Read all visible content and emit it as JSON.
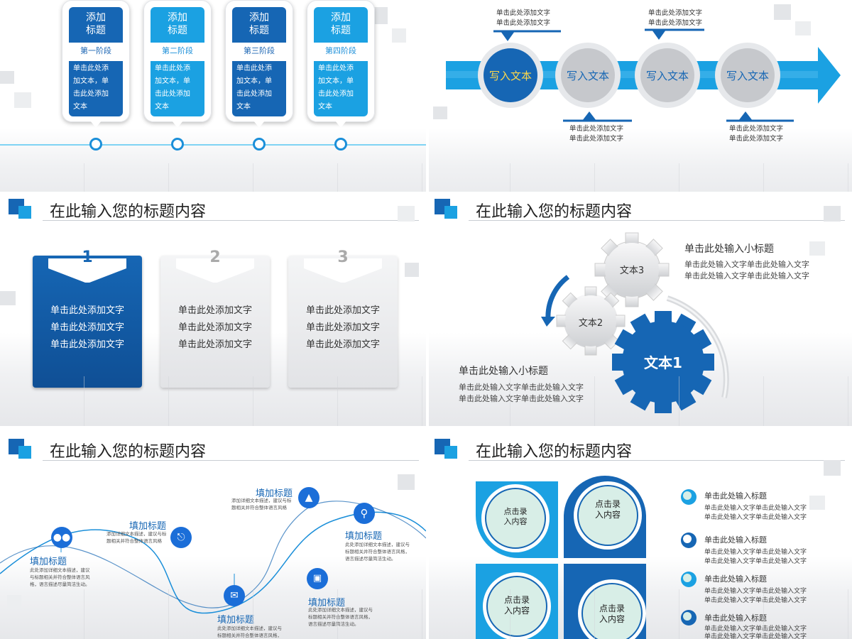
{
  "slide1": {
    "cards": [
      {
        "title": "添加\n标题",
        "stage": "第一阶段",
        "body": "单击此处添\n加文本，单\n击此处添加\n文本",
        "color": "#1666b4"
      },
      {
        "title": "添加\n标题",
        "stage": "第二阶段",
        "body": "单击此处添\n加文本，单\n击此处添加\n文本",
        "color": "#1ba1e2"
      },
      {
        "title": "添加\n标题",
        "stage": "第三阶段",
        "body": "单击此处添\n加文本，单\n击此处添加\n文本",
        "color": "#1666b4"
      },
      {
        "title": "添加\n标题",
        "stage": "第四阶段",
        "body": "单击此处添\n加文本，单\n击此处添加\n文本",
        "color": "#1ba1e2"
      }
    ]
  },
  "slide2": {
    "circles": [
      "写入文本",
      "写入文本",
      "写入文本",
      "写入文本"
    ],
    "captions": [
      "单击此处添加文字\n单击此处添加文字",
      "单击此处添加文字\n单击此处添加文字",
      "单击此处添加文字\n单击此处添加文字",
      "单击此处添加文字\n单击此处添加文字"
    ],
    "accent": "#1ba1e2"
  },
  "slide3": {
    "title": "在此输入您的标题内容",
    "numbers": [
      "1",
      "2",
      "3"
    ],
    "lines": [
      [
        "单击此处添加文字",
        "单击此处添加文字",
        "单击此处添加文字"
      ],
      [
        "单击此处添加文字",
        "单击此处添加文字",
        "单击此处添加文字"
      ],
      [
        "单击此处添加文字",
        "单击此处添加文字",
        "单击此处添加文字"
      ]
    ]
  },
  "slide4": {
    "title": "在此输入您的标题内容",
    "gear_labels": [
      "文本3",
      "文本2",
      "文本1"
    ],
    "sub1": {
      "title": "单击此处输入小标题",
      "lines": [
        "单击此处输入文字单击此处输入文字",
        "单击此处输入文字单击此处输入文字"
      ]
    },
    "sub2": {
      "title": "单击此处输入小标题",
      "lines": [
        "单击此处输入文字单击此处输入文字",
        "单击此处输入文字单击此处输入文字"
      ]
    }
  },
  "slide5": {
    "title": "在此输入您的标题内容",
    "items": [
      {
        "title": "填加标题",
        "text": "此处添加详细文本描述，建议\n与标题相关并符合整体语言风\n格，语言描述尽量简洁生动。",
        "icon": "users-icon"
      },
      {
        "title": "填加标题",
        "text": "添加详细文本描述，建议与标\n题相关并符合整体语言风格",
        "icon": "share-icon"
      },
      {
        "title": "填加标题",
        "text": "添加详细文本描述，建议与标\n题相关并符合整体语言风格",
        "icon": "chart-icon"
      },
      {
        "title": "填加标题",
        "text": "此处添加详细文本描述，建议与\n标题相关并符合整体语言风格，\n语言描述尽量简洁生动。",
        "icon": "search-icon"
      },
      {
        "title": "填加标题",
        "text": "此处添加详细文本描述，建议与\n标题相关并符合整体语言风格，\n语言描述尽量简洁生动。",
        "icon": "laptop-icon"
      },
      {
        "title": "填加标题",
        "text": "此处添加详细文本描述，建议与\n标题相关并符合整体语言风格，",
        "icon": "mail-icon"
      }
    ]
  },
  "slide6": {
    "title": "在此输入您的标题内容",
    "petals": [
      "点击录\n入内容",
      "点击录\n入内容",
      "点击录\n入内容",
      "点击录\n入内容"
    ],
    "list": [
      {
        "title": "单击此处输入标题",
        "lines": [
          "单击此处输入文字单击此处输入文字",
          "单击此处输入文字单击此处输入文字"
        ]
      },
      {
        "title": "单击此处输入标题",
        "lines": [
          "单击此处输入文字单击此处输入文字",
          "单击此处输入文字单击此处输入文字"
        ]
      },
      {
        "title": "单击此处输入标题",
        "lines": [
          "单击此处输入文字单击此处输入文字",
          "单击此处输入文字单击此处输入文字"
        ]
      },
      {
        "title": "单击此处输入标题",
        "lines": [
          "单击此处输入文字单击此处输入文字",
          "单击此处输入文字单击此处输入文字"
        ]
      }
    ]
  }
}
